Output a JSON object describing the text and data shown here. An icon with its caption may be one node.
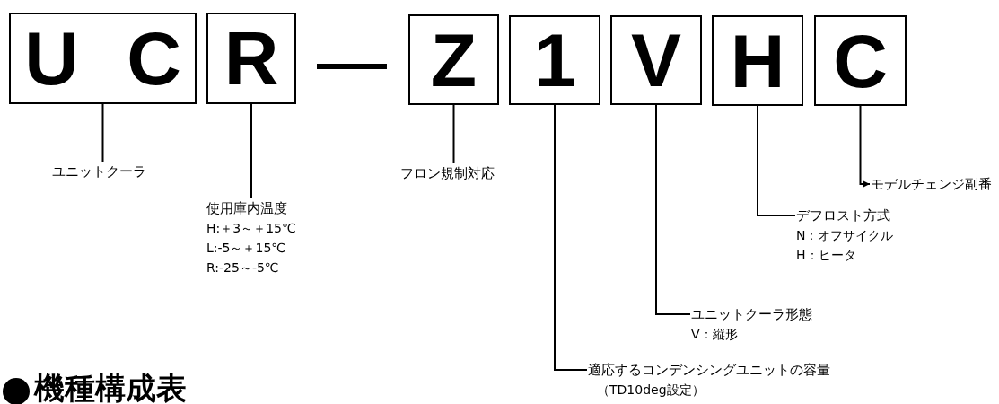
{
  "diagram": {
    "title": "機種構成表",
    "nodes": [
      {
        "text": [
          "U C"
        ]
      },
      {
        "text": [
          "R"
        ]
      },
      {
        "text": [
          "Z"
        ]
      },
      {
        "text": [
          "1"
        ]
      },
      {
        "text": [
          "V"
        ]
      },
      {
        "text": [
          "H"
        ]
      },
      {
        "text": [
          "C"
        ]
      },
      {
        "text": [
          "ユニットクーラ"
        ]
      },
      {
        "text": [
          "使用庫内温度",
          "H:＋3～＋15℃",
          "L:-5～＋15℃",
          "R:-25～-5℃"
        ]
      },
      {
        "text": [
          "フロン規制対応"
        ]
      },
      {
        "text": [
          "モデルチェンジ副番"
        ]
      },
      {
        "text": [
          "デフロスト方式",
          "N：オフサイクル",
          "H：ヒータ"
        ]
      },
      {
        "text": [
          "ユニットクーラ形態",
          "V：縦形"
        ]
      },
      {
        "text": [
          "適応するコンデンシングユニットの容量",
          "（TD10deg設定）"
        ]
      }
    ],
    "edges": [
      {
        "from": 0,
        "to": 7,
        "arrow": "none"
      },
      {
        "from": 1,
        "to": 8,
        "arrow": "none"
      },
      {
        "from": 2,
        "to": 9,
        "arrow": "none"
      },
      {
        "from": 3,
        "to": 13,
        "arrow": "none"
      },
      {
        "from": 4,
        "to": 12,
        "arrow": "none"
      },
      {
        "from": 5,
        "to": 11,
        "arrow": "none"
      },
      {
        "from": 6,
        "to": 10,
        "arrow": "to"
      }
    ],
    "labels": [
      "—"
    ]
  }
}
